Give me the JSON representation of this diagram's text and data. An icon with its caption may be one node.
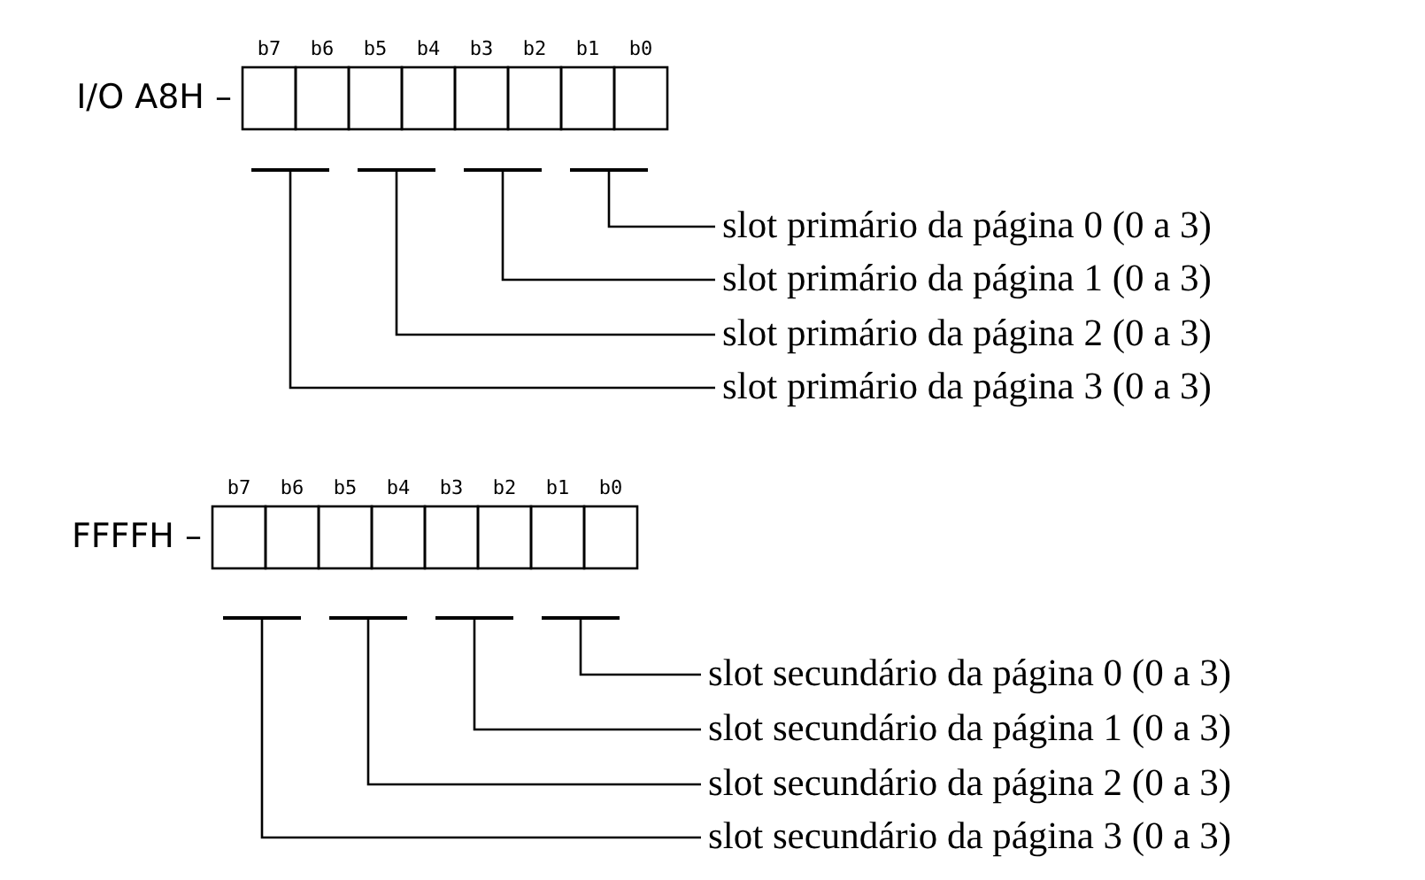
{
  "diagram": {
    "nodes": [
      {
        "text": [],
        "shape": "bar"
      },
      {
        "text": [],
        "shape": "bar"
      },
      {
        "text": [],
        "shape": "bar"
      },
      {
        "text": [],
        "shape": "bar"
      },
      {
        "text": [
          "slot primário da página 0 (0 a 3)"
        ]
      },
      {
        "text": [
          "slot primário da página 1 (0 a 3)"
        ]
      },
      {
        "text": [
          "slot primário da página 2 (0 a 3)"
        ]
      },
      {
        "text": [
          "slot primário da página 3 (0 a 3)"
        ]
      },
      {
        "text": [],
        "shape": "bar"
      },
      {
        "text": [],
        "shape": "bar"
      },
      {
        "text": [],
        "shape": "bar"
      },
      {
        "text": [],
        "shape": "bar"
      },
      {
        "text": [
          "slot secundário da página 0 (0 a 3)"
        ]
      },
      {
        "text": [
          "slot secundário da página 1 (0 a 3)"
        ]
      },
      {
        "text": [
          "slot secundário da página 2 (0 a 3)"
        ]
      },
      {
        "text": [
          "slot secundário da página 3 (0 a 3)"
        ]
      }
    ],
    "edges": [
      {
        "from": 4,
        "to": 3,
        "arrow": "none"
      },
      {
        "from": 5,
        "to": 2,
        "arrow": "none"
      },
      {
        "from": 6,
        "to": 1,
        "arrow": "none"
      },
      {
        "from": 7,
        "to": 0,
        "arrow": "none"
      },
      {
        "from": 12,
        "to": 11,
        "arrow": "none"
      },
      {
        "from": 13,
        "to": 10,
        "arrow": "none"
      },
      {
        "from": 14,
        "to": 9,
        "arrow": "none"
      },
      {
        "from": 15,
        "to": 8,
        "arrow": "none"
      }
    ],
    "labels": [
      "b7",
      "b6",
      "b5",
      "b4",
      "b3",
      "b2",
      "b1",
      "b0",
      "I/O A8H –",
      "b7",
      "b6",
      "b5",
      "b4",
      "b3",
      "b2",
      "b1",
      "b0",
      "FFFFH –"
    ]
  }
}
